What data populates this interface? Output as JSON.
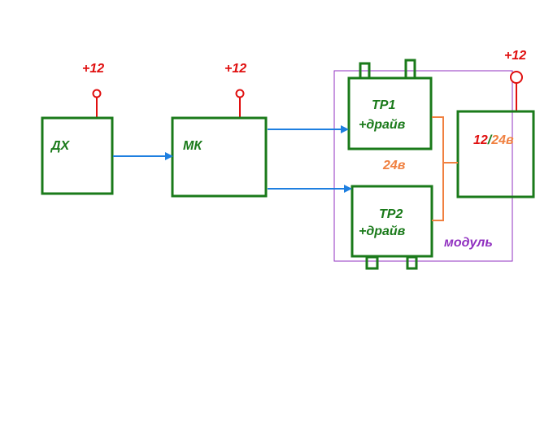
{
  "colors": {
    "block": "#1a7a1a",
    "power": "#e01010",
    "signal": "#1e7fe0",
    "link": "#f08040",
    "module": "#9030c0",
    "label_green": "#1a7a1a",
    "label_orange": "#f08040",
    "label_purple": "#9030c0"
  },
  "power": {
    "dh": "+12",
    "mk": "+12",
    "psu": "+12"
  },
  "blocks": {
    "dh": "ДХ",
    "mk": "МК",
    "tr1_name": "TP1",
    "tr1_driver": "+драйв",
    "tr2_name": "TP2",
    "tr2_driver": "+драйв",
    "psu_a": "12",
    "psu_sep": "/",
    "psu_b": "24в"
  },
  "labels": {
    "voltage_24": "24в",
    "module": "модуль"
  }
}
